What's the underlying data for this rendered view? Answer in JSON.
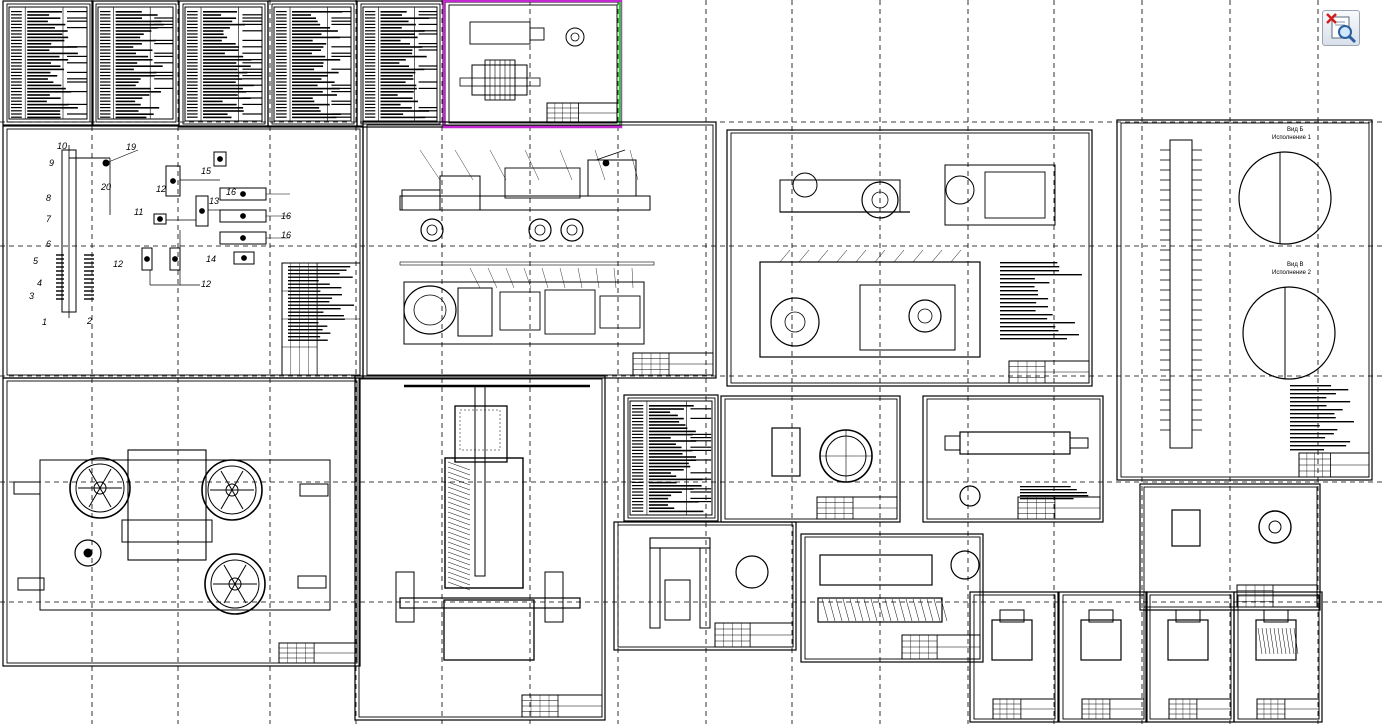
{
  "viewer": {
    "toolbar": {
      "zoom_window_icon": "zoom-window-icon",
      "close_icon": "close-icon"
    },
    "colors": {
      "background": "#ffffff",
      "ink": "#000000",
      "grid_dash": "#000000",
      "selection_frame": "#c22ad0",
      "selection_frame_side": "#2bd12b"
    },
    "sheet_grid": "dashed page boundaries",
    "sheets": [
      {
        "name": "spec-sheet-1",
        "kind": "specification"
      },
      {
        "name": "spec-sheet-2",
        "kind": "specification"
      },
      {
        "name": "spec-sheet-3",
        "kind": "specification"
      },
      {
        "name": "spec-sheet-4",
        "kind": "specification"
      },
      {
        "name": "spec-sheet-5",
        "kind": "specification"
      },
      {
        "name": "selected-part-sheet",
        "kind": "part drawing",
        "selected": true
      },
      {
        "name": "hydraulic-scheme-sheet",
        "kind": "schematic"
      },
      {
        "name": "truck-unit-sheet",
        "kind": "assembly"
      },
      {
        "name": "pump-assembly-sheet",
        "kind": "assembly"
      },
      {
        "name": "packer-sheet",
        "kind": "assembly"
      },
      {
        "name": "valve-manifold-sheet",
        "kind": "assembly"
      },
      {
        "name": "sectional-valve-sheet",
        "kind": "assembly"
      },
      {
        "name": "small-spec-sheet",
        "kind": "specification"
      },
      {
        "name": "flange-part-sheet",
        "kind": "part drawing"
      },
      {
        "name": "shaft-part-sheet",
        "kind": "part drawing"
      },
      {
        "name": "bushing-part-sheet",
        "kind": "part drawing"
      },
      {
        "name": "fixture-sheet",
        "kind": "part drawing"
      },
      {
        "name": "plunger-part-sheet",
        "kind": "part drawing"
      },
      {
        "name": "tool-sheet-1",
        "kind": "part drawing"
      },
      {
        "name": "tool-sheet-2",
        "kind": "part drawing"
      },
      {
        "name": "tool-sheet-3",
        "kind": "part drawing"
      },
      {
        "name": "tool-sheet-4",
        "kind": "part drawing"
      }
    ],
    "scheme_callouts": [
      "10",
      "9",
      "8",
      "7",
      "6",
      "5",
      "4",
      "3",
      "1",
      "2",
      "19",
      "20",
      "15",
      "12",
      "11",
      "13",
      "16",
      "16",
      "16",
      "14",
      "12",
      "12"
    ],
    "packer_views": [
      "Вид Б",
      "Исполнение 1",
      "Вид В",
      "Исполнение 2"
    ]
  }
}
